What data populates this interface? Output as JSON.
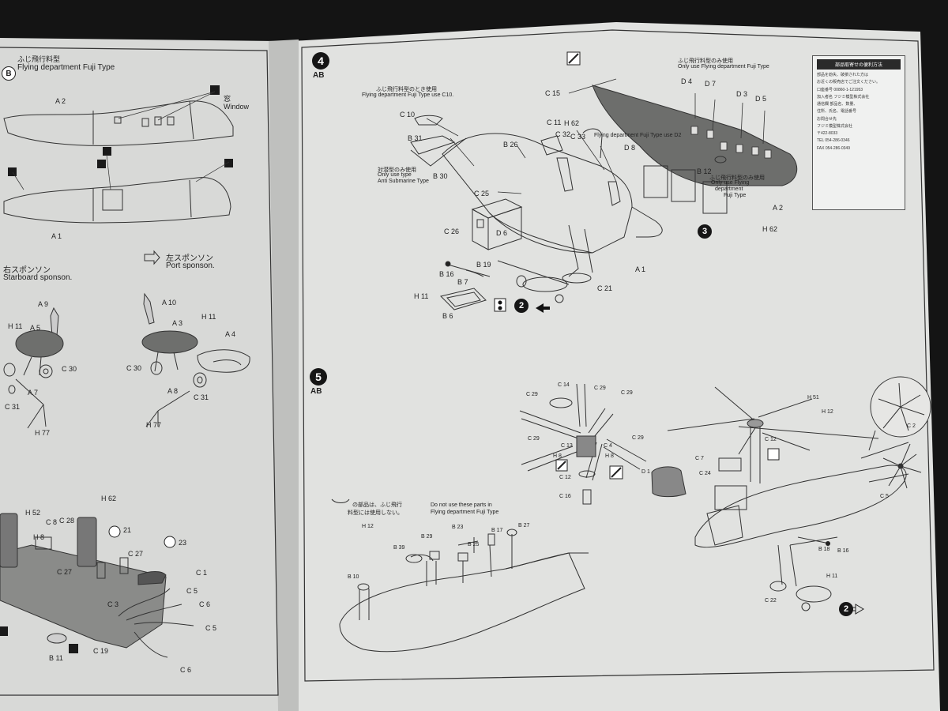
{
  "left_page": {
    "section_b": {
      "badge": "B",
      "title_jp": "ふじ飛行料型",
      "title_en": "Flying department Fuji Type"
    },
    "window_label_jp": "窓",
    "window_label_en": "Window",
    "fuselage_left_label": "A 2",
    "fuselage_right_label": "A 1",
    "sponson_starboard_jp": "右スポンソン",
    "sponson_starboard_en": "Starboard sponson.",
    "sponson_port_jp": "左スポンソン",
    "sponson_port_en": "Port sponson.",
    "starboard_parts": [
      "A 9",
      "H 11",
      "A 5",
      "C 30",
      "A 7",
      "C 31",
      "H 77"
    ],
    "port_parts": [
      "A 10",
      "A 3",
      "H 11",
      "A 4",
      "C 30",
      "A 8",
      "C 31",
      "H 77"
    ],
    "interior_parts": [
      "H 62",
      "H 52",
      "C 8",
      "C 28",
      "H 8",
      "21",
      "23",
      "C 27",
      "C 27",
      "C 1",
      "C 5",
      "C 3",
      "C 6",
      "C 5",
      "C 19",
      "B 11",
      "C 6"
    ]
  },
  "right_page": {
    "step4": {
      "number": "4",
      "sub": "AB",
      "note_c10_jp": "ふじ飛行料型のとき使用",
      "note_c10_en": "Flying department Fuji Type use C10.",
      "note_top_jp": "ふじ飛行料型のみ使用",
      "note_top_en": "Only use Flying department Fuji Type",
      "note_d2": "Flying department Fuji Type use D2",
      "note_asw_jp": "対潜型のみ使用",
      "note_asw_en1": "Only use type",
      "note_asw_en2": "Anti Submarine Type",
      "note_b12_jp": "ふじ飛行料型のみ使用",
      "note_b12_en1": "Only use Flying",
      "note_b12_en2": "department",
      "note_b12_en3": "Fuji Type",
      "parts": [
        "C 15",
        "D 4",
        "D 7",
        "D 3",
        "D 5",
        "C 10",
        "C 11",
        "H 62",
        "C 32",
        "C 33",
        "D 8",
        "B 31",
        "B 26",
        "B 30",
        "B 12",
        "C 25",
        "C 26",
        "D 6",
        "A 2",
        "H 62",
        "B 19",
        "B 16",
        "B 7",
        "H 11",
        "B 6",
        "C 21",
        "A 1"
      ],
      "refs": [
        "3",
        "2"
      ]
    },
    "step5": {
      "number": "5",
      "sub": "AB",
      "note_jp1": "の部品は、ふじ飛行",
      "note_jp2": "料型には使用しない。",
      "note_en1": "Do not use these parts in",
      "note_en2": "Flying department Fuji Type",
      "parts": [
        "C 29",
        "C 14",
        "C 29",
        "C 29",
        "C 29",
        "C 29",
        "H 8",
        "C 13",
        "C 4",
        "H 8",
        "C 12",
        "C 16",
        "D 1",
        "C 7",
        "C 24",
        "C 12",
        "H 51",
        "H 12",
        "C 2",
        "C 5",
        "H 12",
        "B 23",
        "B 17",
        "B 27",
        "B 39",
        "B 29",
        "B 25",
        "B 10",
        "B 18",
        "B 16",
        "H 11",
        "C 22"
      ],
      "refs": [
        "2"
      ]
    },
    "info_box": {
      "header": "部品取寄せの便利方法",
      "rows": [
        "部品を紛失、破損された方は",
        "お近くの販売店でご注文ください。",
        "口座番号 00860-1-121953",
        "加入者名 フジミ模型株式会社",
        "通信欄 部品名、数量、",
        "住所、氏名、電話番号",
        "お問合せ先",
        "フジミ模型株式会社",
        "〒422-8033",
        "TEL 054-286-0346",
        "FAX 054-286-0349"
      ]
    }
  }
}
